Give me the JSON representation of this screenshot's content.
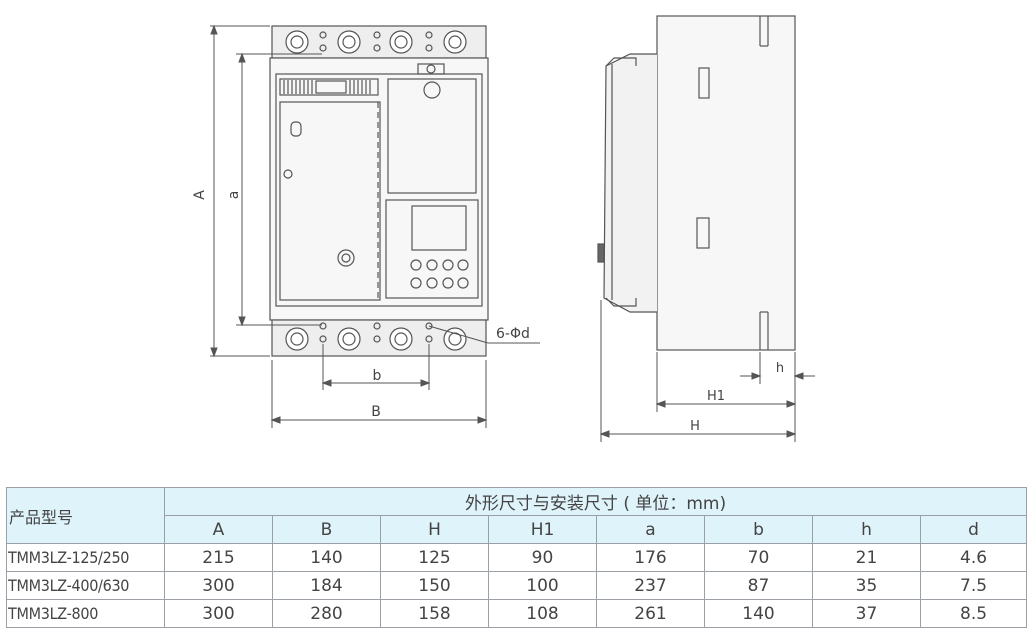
{
  "drawing": {
    "front_labels": {
      "A": "A",
      "a": "a",
      "b": "b",
      "B": "B",
      "hole": "6-Φd"
    },
    "side_labels": {
      "h": "h",
      "H1": "H1",
      "H": "H"
    }
  },
  "table": {
    "model_header": "产品型号",
    "group_header": "外形尺寸与安装尺寸 ( 单位：mm)",
    "columns": [
      "A",
      "B",
      "H",
      "H1",
      "a",
      "b",
      "h",
      "d"
    ],
    "rows": [
      {
        "model": "TMM3LZ-125/250",
        "values": [
          "215",
          "140",
          "125",
          "90",
          "176",
          "70",
          "21",
          "4.6"
        ]
      },
      {
        "model": "TMM3LZ-400/630",
        "values": [
          "300",
          "184",
          "150",
          "100",
          "237",
          "87",
          "35",
          "7.5"
        ]
      },
      {
        "model": "TMM3LZ-800",
        "values": [
          "300",
          "280",
          "158",
          "108",
          "261",
          "140",
          "37",
          "8.5"
        ]
      }
    ]
  }
}
